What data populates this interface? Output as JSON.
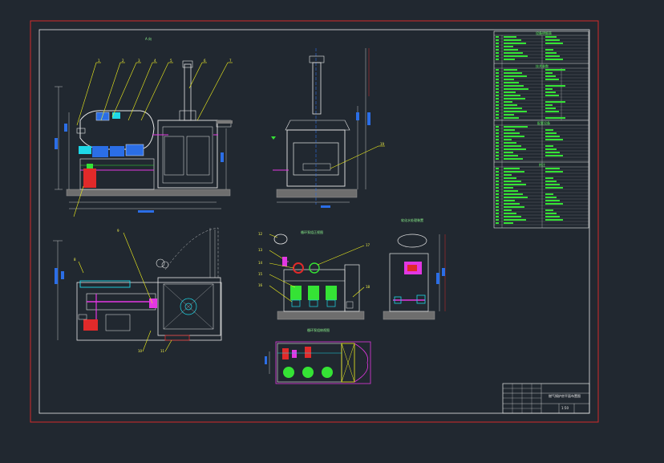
{
  "drawing": {
    "view_front_label": "A 向",
    "colors": {
      "background": "#212830",
      "outer_border": "#d42a2a",
      "inner_border": "#e8e8e8",
      "green_text": "#35e335",
      "yellow": "#f2f21c",
      "cyan": "#1ed8e8",
      "magenta": "#e237e2",
      "red": "#e12a2a",
      "blue": "#2b6ee6",
      "white": "#e8e8e8"
    }
  },
  "callouts": {
    "top_left": [
      "1",
      "2",
      "3",
      "4",
      "5",
      "6",
      "7"
    ],
    "plan_view": [
      "8",
      "9",
      "10",
      "11"
    ],
    "pump_group": [
      "12",
      "13",
      "14",
      "15",
      "16",
      "17",
      "18"
    ],
    "side_view": [
      "19"
    ]
  },
  "sub_titles": {
    "pump_front": "循环泵组正视图",
    "pump_plan": "循环泵组俯视图",
    "side_unit": "软化水处理装置"
  },
  "tables": {
    "t1_title": "设备明细表",
    "t2_title": "技术参数",
    "t3_title": "配套设备",
    "t4_title": "附注"
  },
  "title_block": {
    "drawing_name": "燃气锅炉房平面布置图",
    "scale": "1:50"
  }
}
